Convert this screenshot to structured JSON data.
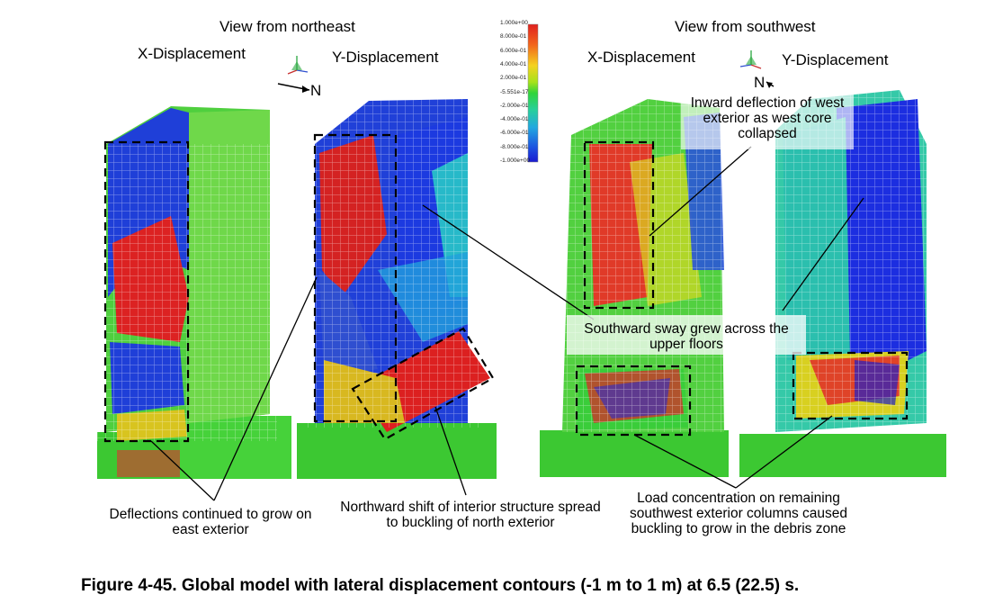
{
  "headers": {
    "left_view": "View from northeast",
    "right_view": "View from southwest",
    "left_x": "X-Displacement",
    "left_y": "Y-Displacement",
    "right_x": "X-Displacement",
    "right_y": "Y-Displacement"
  },
  "compass": {
    "north_label_left": "N",
    "north_label_right": "N"
  },
  "legend": {
    "ticks": [
      "1.000e+00",
      "8.000e-01",
      "6.000e-01",
      "4.000e-01",
      "2.000e-01",
      "-5.551e-17",
      "-2.000e-01",
      "-4.000e-01",
      "-6.000e-01",
      "-8.000e-01",
      "-1.000e+00"
    ],
    "colors": [
      "#e0211f",
      "#f2661c",
      "#f4b81f",
      "#d8e21b",
      "#7ed321",
      "#2fd43a",
      "#27cf9a",
      "#22b7d6",
      "#1f7fe0",
      "#1c3fe0",
      "#1a1ad0"
    ]
  },
  "annotations": {
    "inward": "Inward deflection of west exterior as west core collapsed",
    "southward": "Southward sway grew across the upper floors",
    "east": "Deflections continued to grow on east exterior",
    "northward": "Northward shift of interior structure spread to buckling of north exterior",
    "load": "Load concentration on remaining southwest exterior columns caused buckling to grow in the debris zone"
  },
  "caption": "Figure 4-45. Global model with lateral displacement contours (-1 m to 1 m) at 6.5 (22.5) s."
}
